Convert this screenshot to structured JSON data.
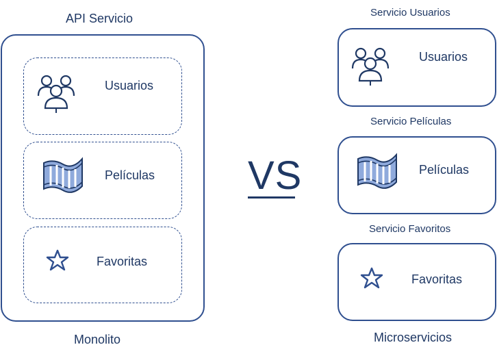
{
  "left": {
    "title": "API Servicio",
    "footer": "Monolito",
    "modules": [
      {
        "label": "Usuarios",
        "icon": "users-icon"
      },
      {
        "label": "Películas",
        "icon": "film-strip-icon"
      },
      {
        "label": "Favoritas",
        "icon": "star-icon"
      }
    ]
  },
  "center": {
    "vs": "VS"
  },
  "right": {
    "footer": "Microservicios",
    "services": [
      {
        "title": "Servicio Usuarios",
        "label": "Usuarios",
        "icon": "users-icon"
      },
      {
        "title": "Servicio Películas",
        "label": "Películas",
        "icon": "film-strip-icon"
      },
      {
        "title": "Servicio Favoritos",
        "label": "Favoritas",
        "icon": "star-icon"
      }
    ]
  },
  "colors": {
    "primary": "#1f3864",
    "border": "#2f4f8f",
    "icon_fill": "#8faadc"
  }
}
